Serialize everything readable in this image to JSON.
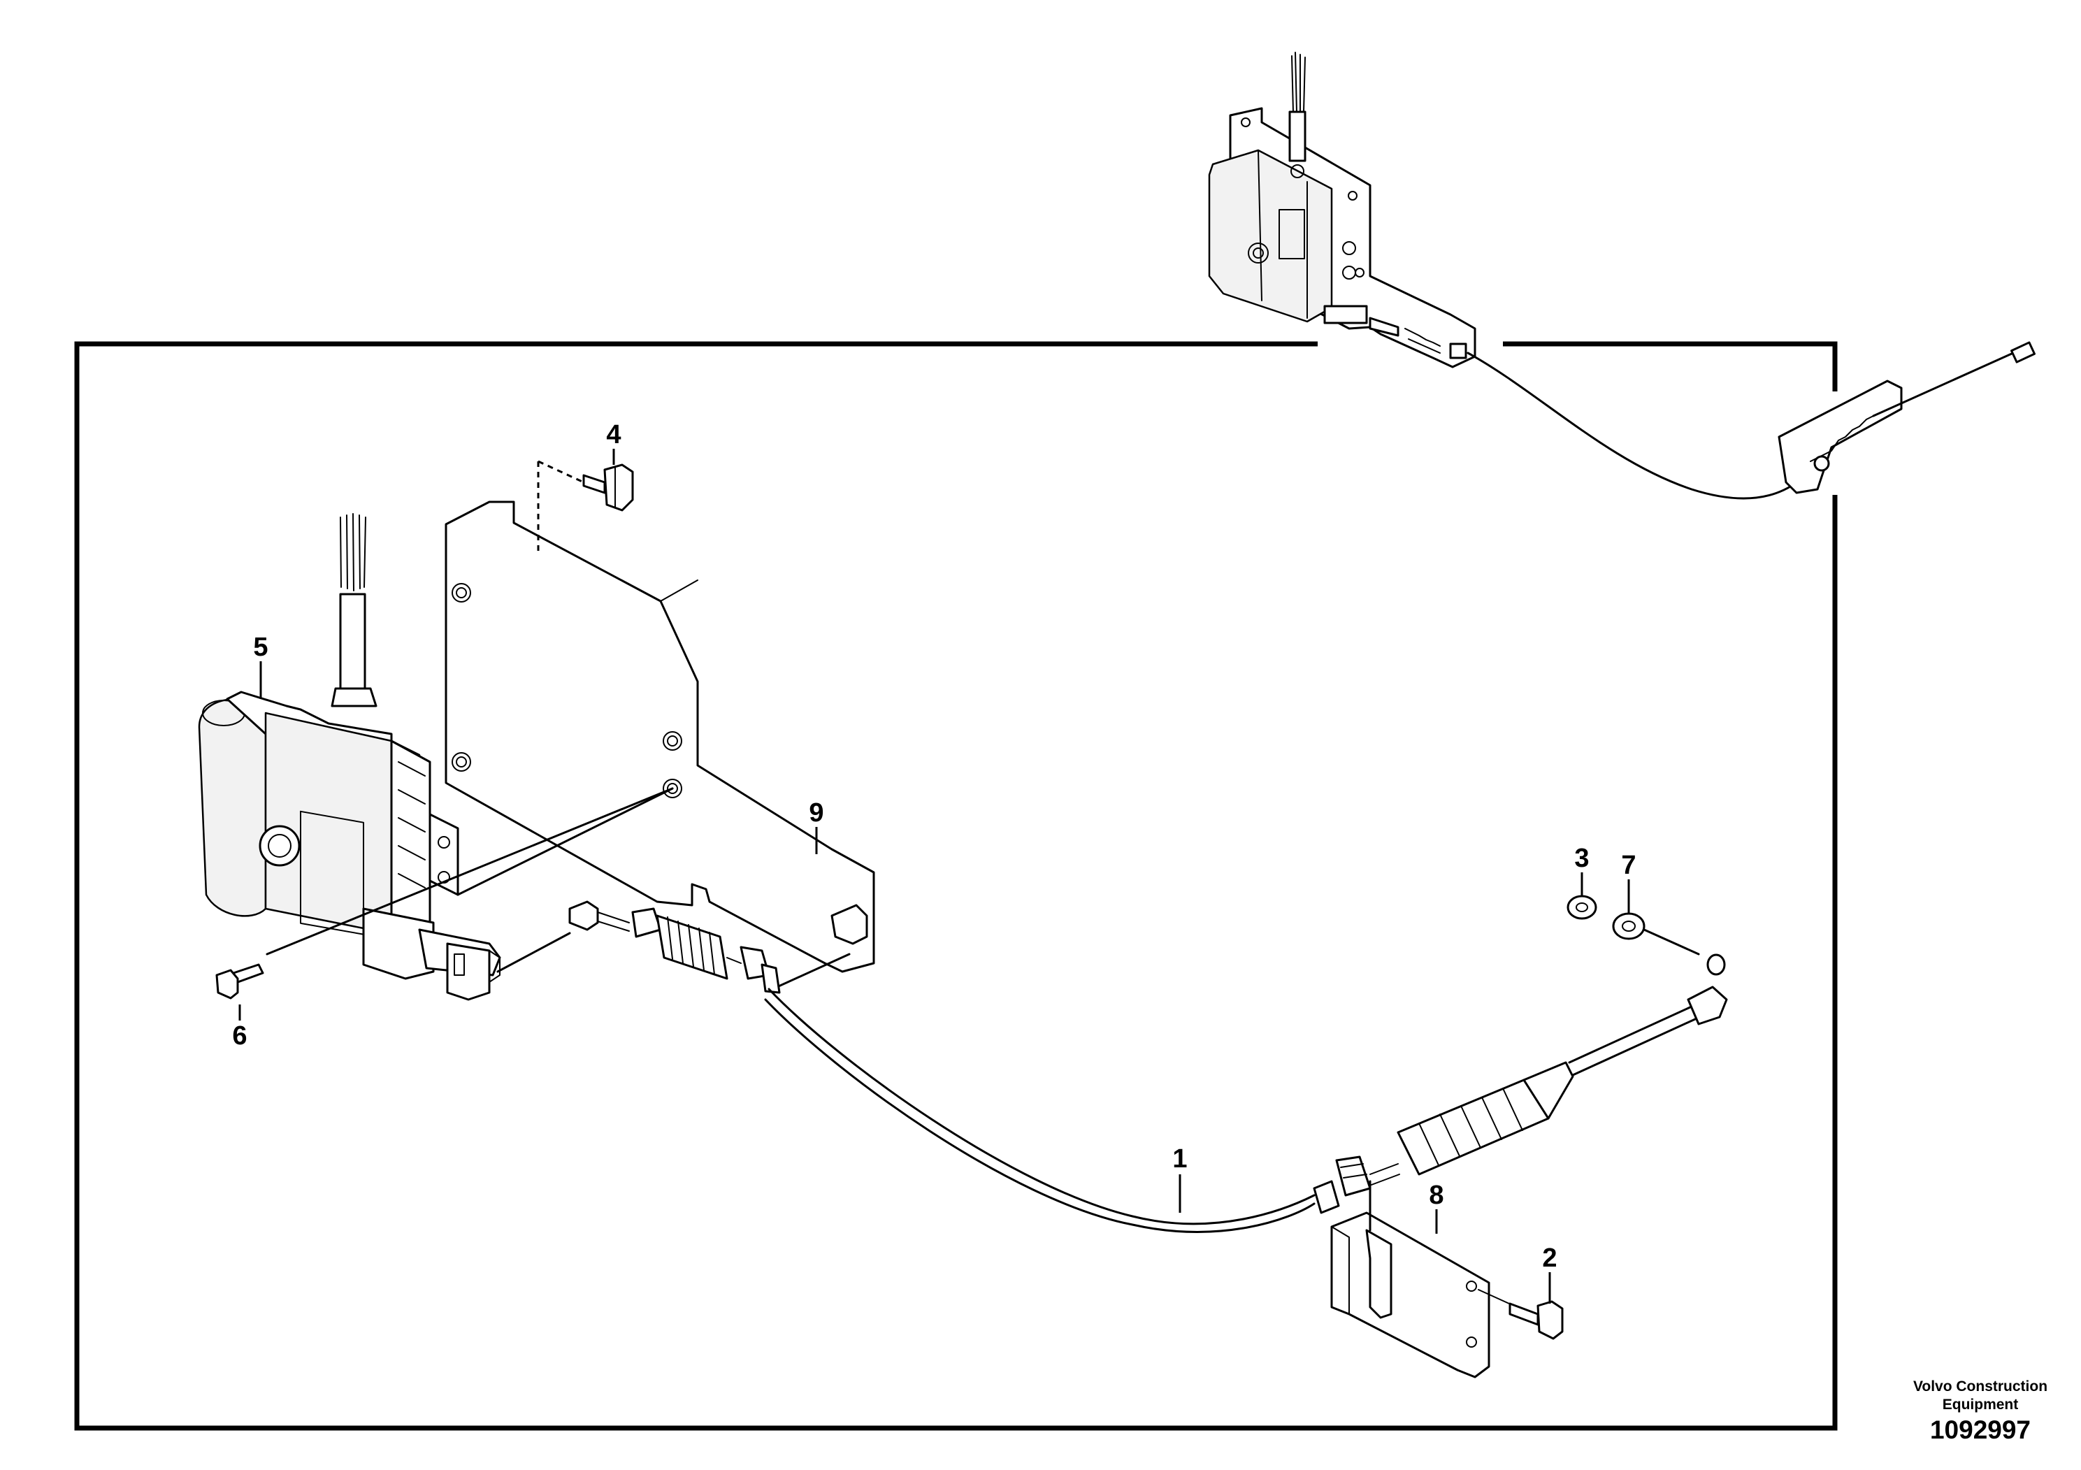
{
  "diagram": {
    "callouts": [
      {
        "id": "1",
        "text": "1"
      },
      {
        "id": "2",
        "text": "2"
      },
      {
        "id": "3",
        "text": "3"
      },
      {
        "id": "4",
        "text": "4"
      },
      {
        "id": "5",
        "text": "5"
      },
      {
        "id": "6",
        "text": "6"
      },
      {
        "id": "7",
        "text": "7"
      },
      {
        "id": "8",
        "text": "8"
      },
      {
        "id": "9",
        "text": "9"
      }
    ]
  },
  "footer": {
    "brand_line1": "Volvo Construction",
    "brand_line2": "Equipment",
    "drawing_number": "1092997"
  }
}
